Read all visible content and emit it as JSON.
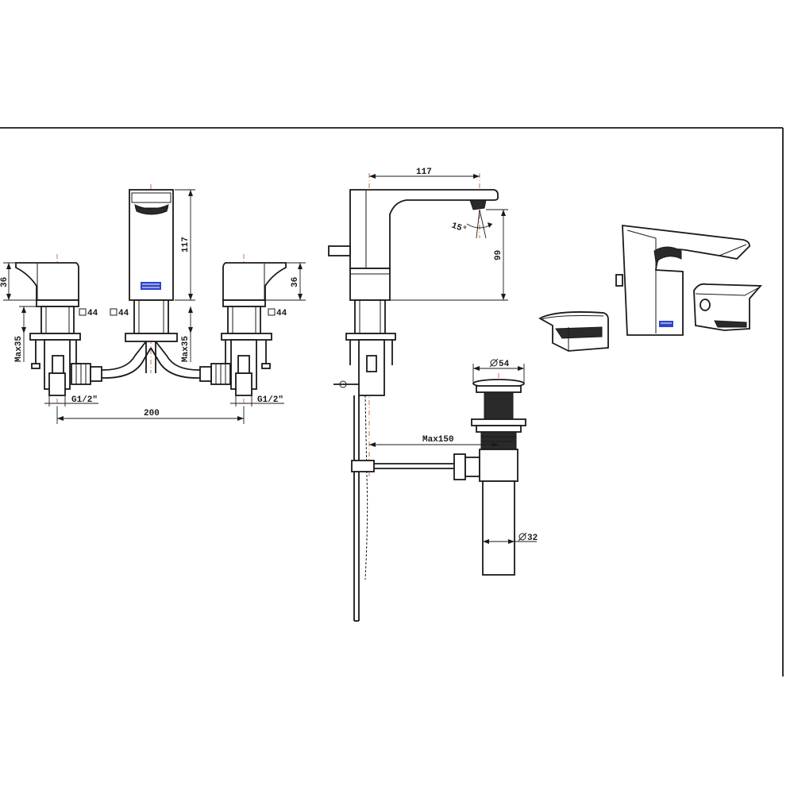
{
  "dimensions": {
    "spout_height": "117",
    "handle_height_left": "36",
    "handle_height_right": "36",
    "square_left": "44",
    "square_center": "44",
    "square_right": "44",
    "max35_left": "Max35",
    "max35_right": "Max35",
    "thread_left": "G1/2\"",
    "thread_right": "G1/2\"",
    "spread": "200",
    "reach": "117",
    "side_height": "99",
    "angle": "15°",
    "pop_up_dia": "54",
    "max150": "Max150",
    "tail_dia": "32"
  },
  "colors": {
    "line": "#1a1a1a",
    "centerline": "#c8603a",
    "logo": "#2f45c8"
  }
}
